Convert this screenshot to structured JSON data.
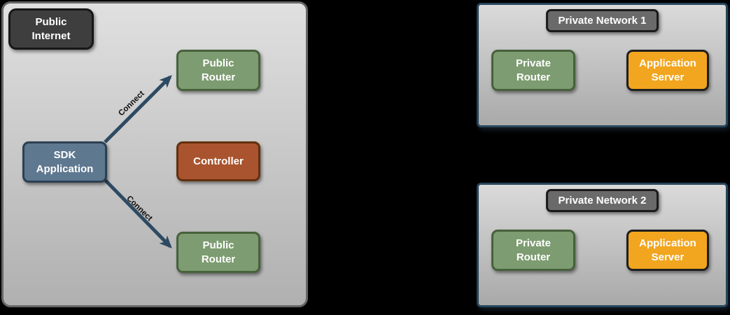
{
  "colors": {
    "background": "#000000",
    "panel_fill_top": "#E0E0E0",
    "panel_fill_bottom": "#B0B0B0",
    "left_panel_border": "#666666",
    "network_panel_border": "#26455B",
    "dark_node_fill": "#3E3E3E",
    "title_badge_fill": "#6A6A6A",
    "green_node_fill": "#7D9C71",
    "green_node_border": "#47613C",
    "slate_node_fill": "#5E7890",
    "slate_node_border": "#2B4052",
    "rust_node_fill": "#A9542E",
    "rust_node_border": "#63300F",
    "orange_node_fill": "#F2A51E",
    "orange_node_border": "#1F1F1F",
    "arrow_color": "#2E4A63",
    "node_text": "#FFFFFF"
  },
  "public_internet": {
    "label": "Public\nInternet",
    "sdk_application": "SDK\nApplication",
    "public_router_top": "Public\nRouter",
    "public_router_bottom": "Public\nRouter",
    "controller": "Controller",
    "edges": {
      "top_label": "Connect",
      "bottom_label": "Connect"
    }
  },
  "private_network_1": {
    "title": "Private Network 1",
    "private_router": "Private\nRouter",
    "application_server": "Application\nServer"
  },
  "private_network_2": {
    "title": "Private Network 2",
    "private_router": "Private\nRouter",
    "application_server": "Application\nServer"
  }
}
